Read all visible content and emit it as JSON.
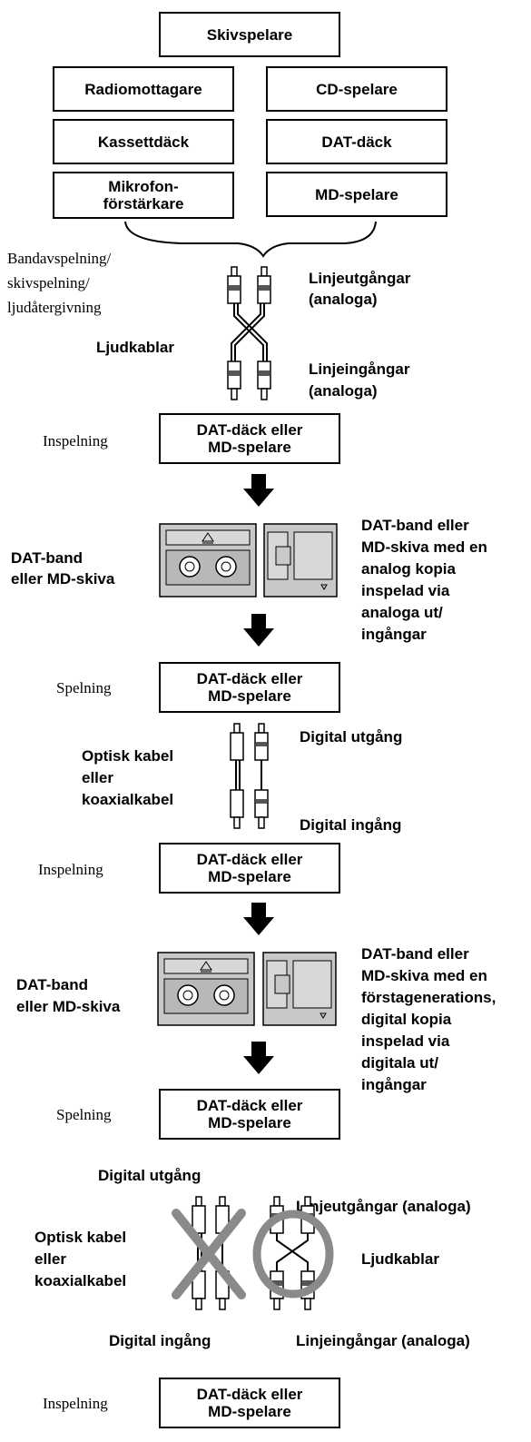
{
  "sources": {
    "turntable": "Skivspelare",
    "radio": "Radiomottagare",
    "cd": "CD-spelare",
    "cassette": "Kassettdäck",
    "dat": "DAT-däck",
    "mic_line1": "Mikrofon-",
    "mic_line2": "förstärkare",
    "md": "MD-spelare"
  },
  "analog_stage": {
    "playback_1": "Bandavspelning/",
    "playback_2": "skivspelning/",
    "playback_3": "ljudåtergivning",
    "line_out_1": "Linjeutgångar",
    "line_out_2": "(analoga)",
    "cables": "Ljudkablar",
    "line_in_1": "Linjeingångar",
    "line_in_2": "(analoga)"
  },
  "deck_line1": "DAT-däck eller",
  "deck_line2": "MD-spelare",
  "recording": "Inspelning",
  "playback": "Spelning",
  "media_label_1": "DAT-band",
  "media_label_2": "eller MD-skiva",
  "analog_copy": [
    "DAT-band eller",
    "MD-skiva med en",
    "analog kopia",
    "inspelad via",
    "analoga ut/",
    "ingångar"
  ],
  "digital_stage": {
    "optical_1": "Optisk kabel",
    "optical_2": "eller",
    "optical_3": "koaxialkabel",
    "digital_out": "Digital utgång",
    "digital_in": "Digital ingång"
  },
  "digital_copy": [
    "DAT-band eller",
    "MD-skiva med en",
    "förstagenerations,",
    "digital kopia",
    "inspelad via",
    "digitala ut/",
    "ingångar"
  ],
  "prohibited_stage": {
    "digital_out": "Digital utgång",
    "line_out": "Linjeutgångar (analoga)",
    "optical_1": "Optisk kabel",
    "optical_2": "eller",
    "optical_3": "koaxialkabel",
    "cables": "Ljudkablar",
    "digital_in": "Digital ingång",
    "line_in": "Linjeingångar (analoga)"
  },
  "icons": {
    "arrow": "down-arrow-icon",
    "cassette": "dat-cassette-icon",
    "md": "md-disc-icon",
    "rca": "rca-plug-icon",
    "forbidden": "cross-mark-icon",
    "allowed": "circle-mark-icon"
  },
  "colors": {
    "line": "#000000",
    "media_fill": "#c8c8c8",
    "mark": "#8a8a8a"
  }
}
